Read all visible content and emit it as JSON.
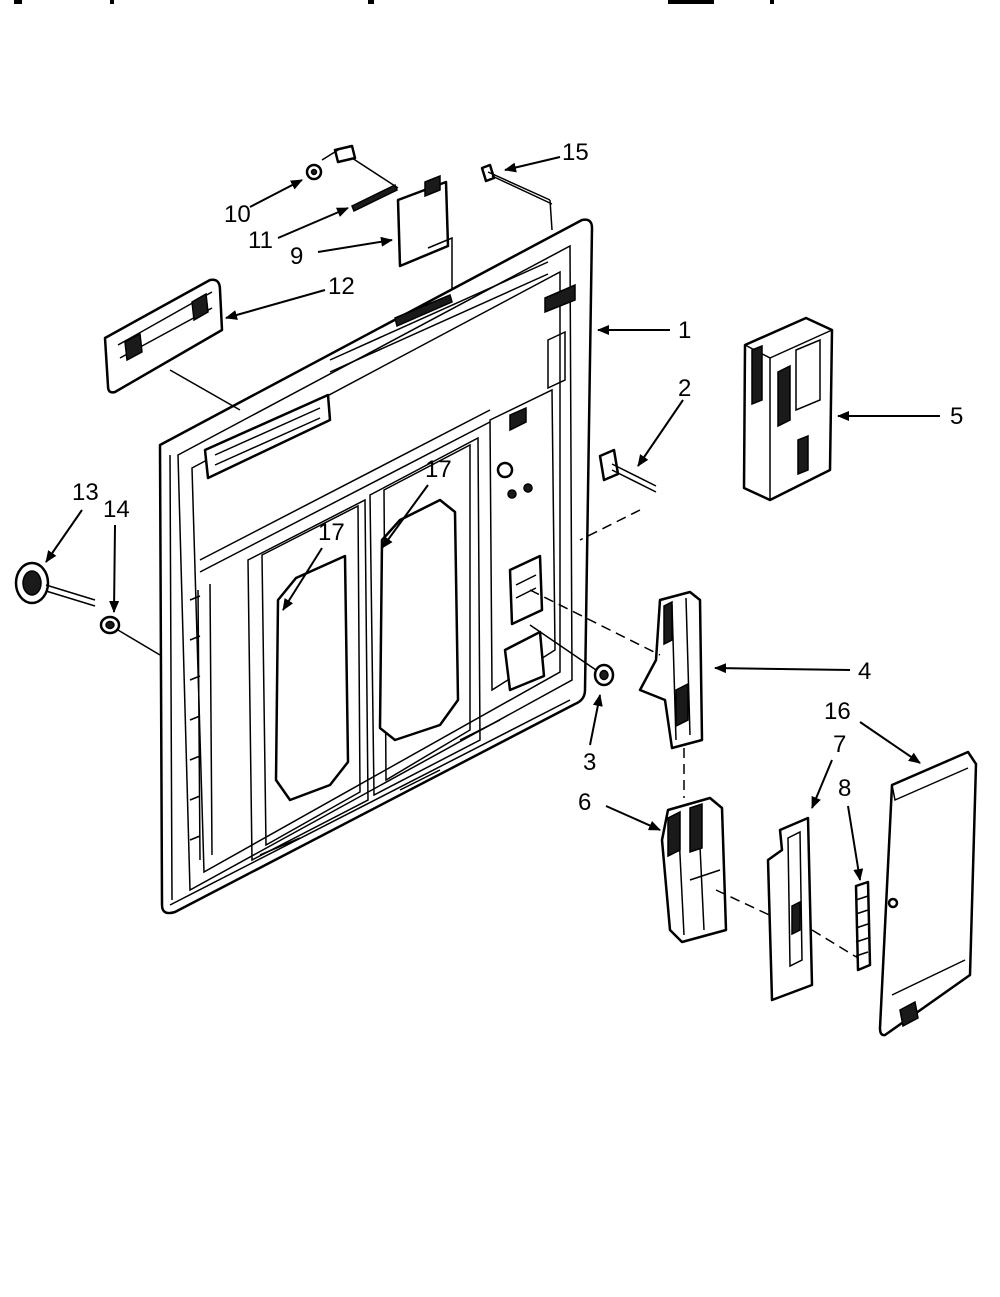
{
  "labels": {
    "p1": "1",
    "p2": "2",
    "p3": "3",
    "p4": "4",
    "p5": "5",
    "p6": "6",
    "p7": "7",
    "p8": "8",
    "p9": "9",
    "p10": "10",
    "p11": "11",
    "p12": "12",
    "p13": "13",
    "p14": "14",
    "p15": "15",
    "p16": "16",
    "p17a": "17",
    "p17b": "17"
  }
}
